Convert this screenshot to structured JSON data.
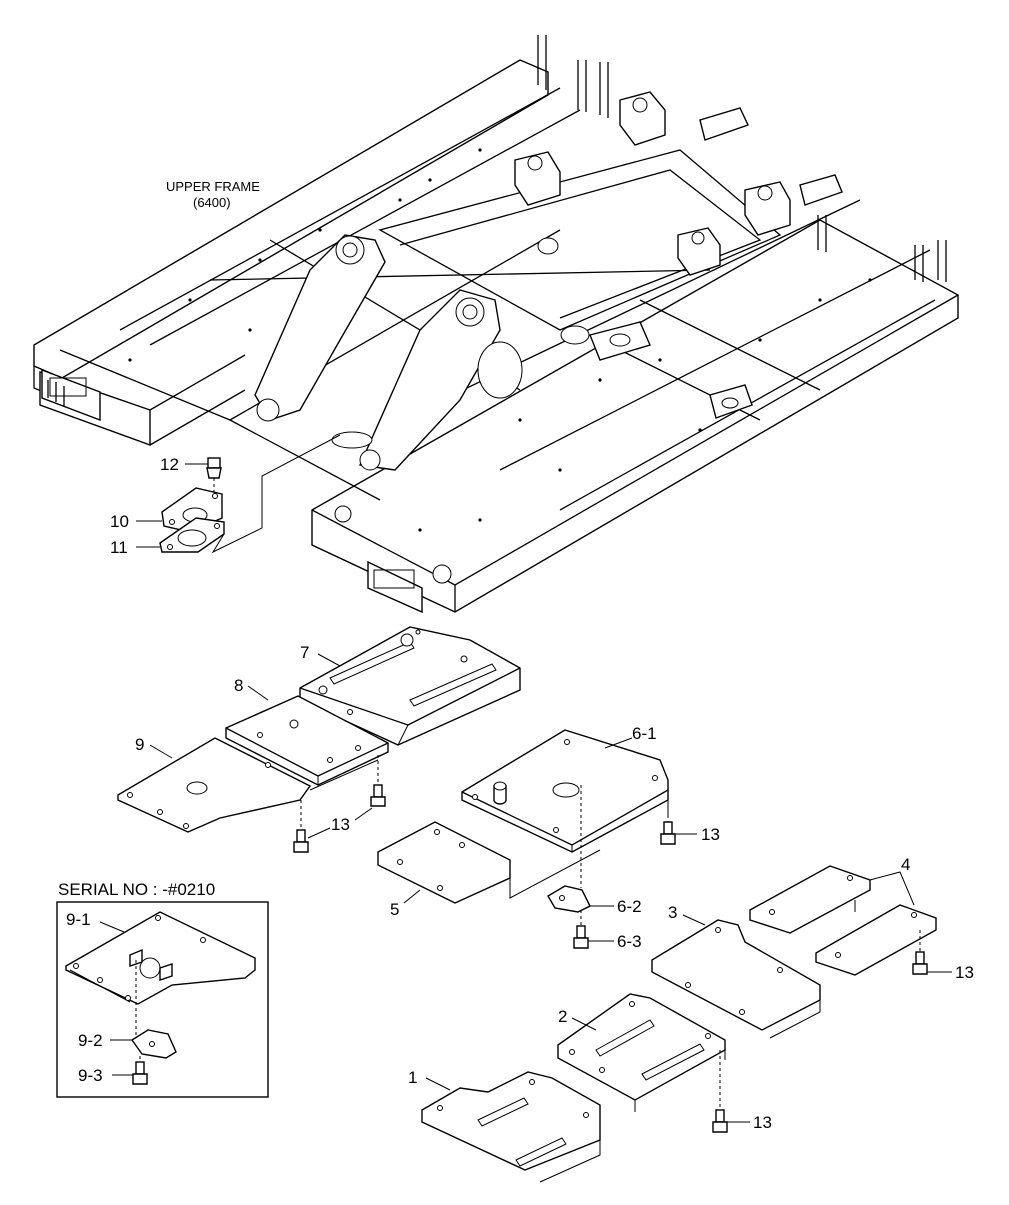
{
  "diagram": {
    "upper_frame_label_line1": "UPPER FRAME",
    "upper_frame_label_line2": "(6400)",
    "serial_label": "SERIAL NO : -#0210",
    "labels": {
      "p1": "1",
      "p2": "2",
      "p3": "3",
      "p4": "4",
      "p5": "5",
      "p6_1": "6-1",
      "p6_2": "6-2",
      "p6_3": "6-3",
      "p7": "7",
      "p8": "8",
      "p9": "9",
      "p9_1": "9-1",
      "p9_2": "9-2",
      "p9_3": "9-3",
      "p10": "10",
      "p11": "11",
      "p12": "12",
      "p13": "13"
    }
  }
}
